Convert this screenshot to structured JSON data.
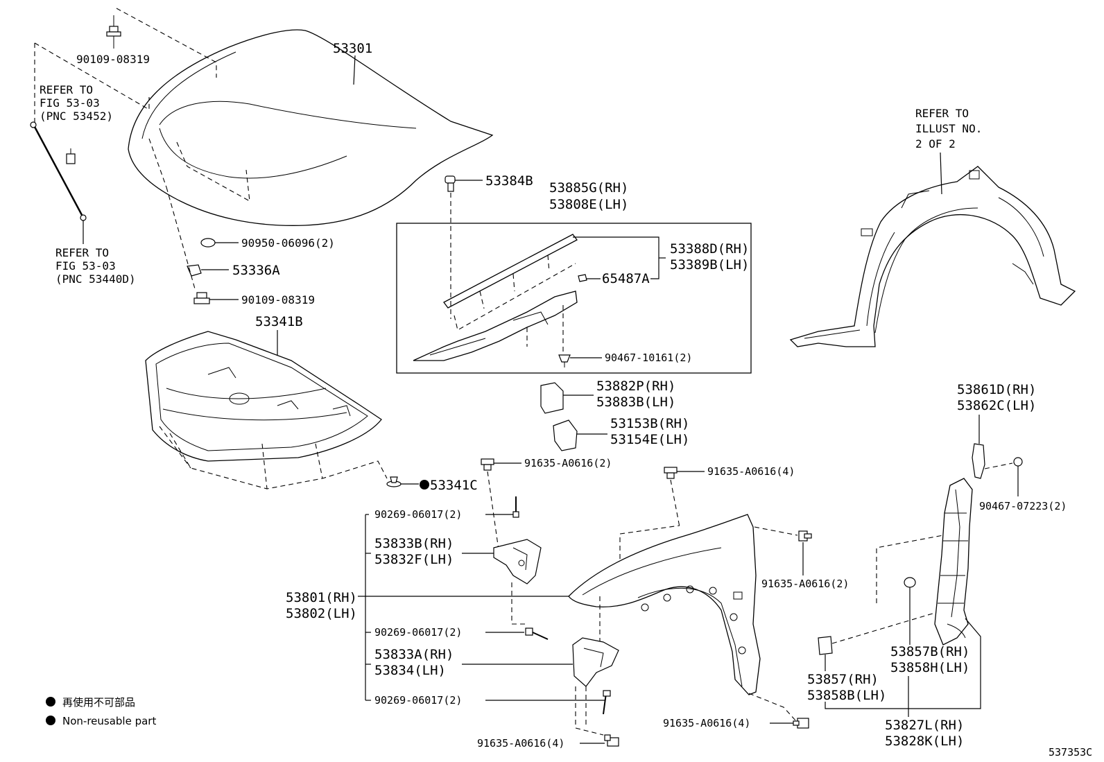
{
  "labels": {
    "hood": "53301",
    "bolt_top": "90109-08319",
    "refer_top_1": "REFER TO",
    "refer_top_2": "FIG 53-03",
    "refer_top_3": "(PNC 53452)",
    "refer_bot_1": "REFER TO",
    "refer_bot_2": "FIG 53-03",
    "refer_bot_3": "(PNC 53440D)",
    "cushion": "90950-06096(2)",
    "hinge_clip": "53336A",
    "bolt_mid": "90109-08319",
    "insulator": "53341B",
    "clip_nonreuse": "53341C",
    "plug_top": "53384B",
    "seal_rh": "53885G(RH)",
    "seal_lh": "53808E(LH)",
    "seal2_rh": "53388D(RH)",
    "seal2_lh": "53389B(LH)",
    "clip_65487": "65487A",
    "clip_90467": "90467-10161(2)",
    "block_rh": "53882P(RH)",
    "block_lh": "53883B(LH)",
    "pad_rh": "53153B(RH)",
    "pad_lh": "53154E(LH)",
    "bolt_left_top": "91635-A0616(2)",
    "bolt_fender_top": "91635-A0616(4)",
    "screw_1": "90269-06017(2)",
    "bracket_top_rh": "53833B(RH)",
    "bracket_top_lh": "53832F(LH)",
    "fender_rh": "53801(RH)",
    "fender_lh": "53802(LH)",
    "screw_2": "90269-06017(2)",
    "bracket_bot_rh": "53833A(RH)",
    "bracket_bot_lh": "53834(LH)",
    "screw_3": "90269-06017(2)",
    "bolt_bottom": "91635-A0616(4)",
    "bolt_fender_bottom": "91635-A0616(4)",
    "bolt_fender_side": "91635-A0616(2)",
    "refer_illust_1": "REFER TO",
    "refer_illust_2": "ILLUST NO.",
    "refer_illust_3": "2 OF 2",
    "splash_rh": "53861D(RH)",
    "splash_lh": "53862C(LH)",
    "clip_90467b": "90467-07223(2)",
    "pad_small_rh": "53857B(RH)",
    "pad_small_lh": "53858H(LH)",
    "pad_sq_rh": "53857(RH)",
    "pad_sq_lh": "53858B(LH)",
    "seal_side_rh": "53827L(RH)",
    "seal_side_lh": "53828K(LH)"
  },
  "legend": {
    "jp": "再使用不可部品",
    "en": "Non-reusable part"
  },
  "figure_id": "537353C"
}
